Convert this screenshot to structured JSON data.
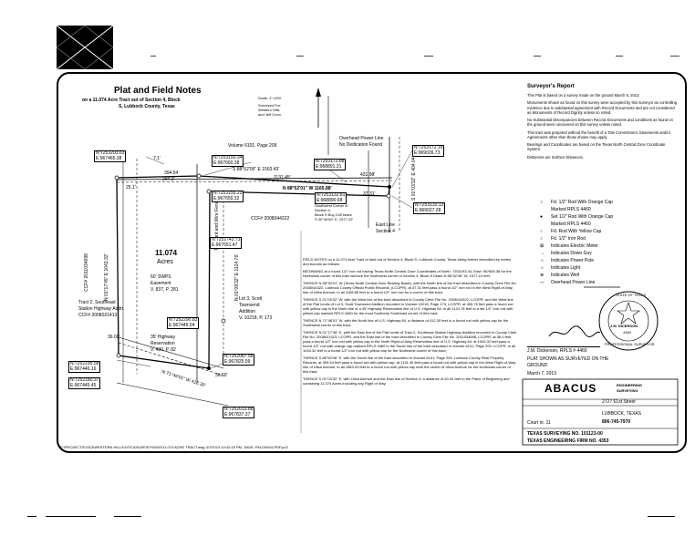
{
  "title": {
    "main": "Plat and Field Notes",
    "line1": "on a 11.074 Acre Tract out of Section 4, Block",
    "line2": "S, Lubbock County, Texas"
  },
  "scale": "Scale: 1\"=200'",
  "surveyed_for": [
    "Surveyed For:",
    "Western Hills",
    "and Jeff Coon"
  ],
  "plat_labels": {
    "volume": "Volume 6101, Page 209",
    "power_line": "Overhead Power Line",
    "no_dedication": "No Dedication Found",
    "bearing_top": "S 88°52'06\" E  1563.43'",
    "dist_a": "1131.45'",
    "dist_b": "431.98'",
    "bearing_north": "N 88°52'01\" W  1165.88'",
    "left_a": "394.54",
    "left_b": "294.2'",
    "n_a": "7.1'",
    "acres_num": "11.074",
    "acres_word": "Acres",
    "easement": [
      "60' SWPS",
      "Easement",
      "V. 837, P. 281"
    ],
    "highway": [
      "35' Highway",
      "Reservation",
      "V. 430, P. 82"
    ],
    "lot3": [
      "Lot 3, Scott",
      "Townsend",
      "Addition",
      "V. 10218, P. 173"
    ],
    "ccf_mid": "CCF# 2008044322",
    "ccf_left": "CCF# 2011034698",
    "tract2": [
      "Tract 2, Southeast",
      "Station Highway Addn.",
      "CCF# 2008021413"
    ],
    "sw_corner": [
      "Southwest Corner of",
      "Section 4,",
      "Block S Boy Cell bears",
      "S 00°44'00\" E, 1577.10'"
    ],
    "east_line": [
      "East Line",
      "Section 4"
    ],
    "left_bearing": "N 01°17'45\" E  1043.32'",
    "mid_bearing": "N 01°09'32\" E  1124.76'",
    "right_bearing": "S 01°03'32\" E  404.04'",
    "bottom_bearing": "N 71°46'01\" W  412.30'",
    "d36a": "36.00'",
    "d36b": "36.60'",
    "d37": "37.31'",
    "d25": "25.1'",
    "tea_plant": "Tea plant and Wire Fence"
  },
  "coords": [
    {
      "n": "N:7253203.63",
      "e": "E:967465.38"
    },
    {
      "n": "N:7253193.34",
      "e": "E:967660.38"
    },
    {
      "n": "N:7253172.16",
      "e": "E:969026.73"
    },
    {
      "n": "N:7253172.88",
      "e": "E:968891.31"
    },
    {
      "n": "N:7253155.23",
      "e": "E:967659.32"
    },
    {
      "n": "N:7253132.81",
      "e": "E:968890.68"
    },
    {
      "n": "N:7253132.13",
      "e": "E:969027.28"
    },
    {
      "n": "N:7252743.73",
      "e": "E:967651.47"
    },
    {
      "n": "N:7252290.83",
      "e": "E:967449.04"
    },
    {
      "n": "N:7252195.58",
      "e": "E:967446.16"
    },
    {
      "n": "N:7252180.37",
      "e": "E:967445.45"
    },
    {
      "n": "N:7252087.58",
      "e": "E:967825.09"
    },
    {
      "n": "N:7252033.88",
      "e": "E:967837.37"
    }
  ],
  "field_notes": [
    "FIELD NOTES on a 11.074 Acre Tract of land out of Section 4, Block S, Lubbock County, Texas being further described by metes and bounds as follows:",
    "BEGINNING at a found 1/2\" iron rod having Texas North Central Zone Coordinates of North: 7253193.34, East: 967660.38 for the Northwest corner of this tract whence the Northwest corner of Section 4, Block S bears N 88°52'06\" W, 1577.10 feet;",
    "THENCE N 88°52'01\" W (Texas North Central Zone Bearing Basis), with the North line of the tract described in County Clerk File No. 2008044322, Lubbock County Official Public Records, (LCOPR), at 37.31 feet pass a found 1/2\" iron rod in the West Right-of-Way line of Utica Avenue, in all 1165.88 feet to a found 1/2\" iron rod for a corner of this tract;",
    "THENCE S 01°09'32\" W, with the West line of the tract described in County Clerk File No. 2008044322, LCOPR, and the West line of the Plat Limits of Lot 3, Scott Townsend Addition recorded in Volume 10218, Page 173, LCOPR, at 405.75 feet pass a found rod with yellow cap in the North line of a 35' Highway Reservation line of U.S. Highway 84, in all 1124.76 feet to a set 1/2\" iron rod with yellow cap marked RPLS 4460 for the most Southerly Southeast corner of this tract;",
    "THENCE N 71°46'01\" W, with the North line of U.S. Highway 84, a distance of 412.30 feet to a found rod with yellow cap for the Southwest corner of this tract;",
    "THENCE N 01°17'45\" E, with the East line of the Plat Limits of Tract 2, Southeast Station Highway Addition recorded in County Clerk File No. 2008021413, LCOPR, and the East line of the tract described in County Clerk File No. 2011034698, LCOPR, at 36.0 feet pass a found 1/2\" iron rod with yellow cap in the North Right-of-Way Reservation line of U.S. Highway 84, at 1043.32 feet pass a found 1/2\" rod with orange cap marked RPLS 4460 in the South line of the tract described in Volume 6101, Page 209, LCOPR, in all 1043.32 feet to a found 1/2\" iron rod with yellow cap for the Northwest corner of this tract;",
    "THENCE S 88°52'06\" E, with the South line of the tract described in Volume 6101, Page 209, Lubbock County Real Property Records, at 394.54 feet pass a found rod with yellow cap, at 1131.45 feet pass a found rod with yellow cap in the West Right-of-Way line of Utica Avenue, in all 1563.43 feet to a found rod with yellow cap near the center of Utica Avenue for the Northeast corner of this tract;",
    "THENCE S 01°03'32\" E, with Utica Avenue and the East line of Section 4, a distance of 40.04 feet to the Place of Beginning and containing 11.074 Acres including any Right of Way."
  ],
  "surveyor_report": {
    "heading": "Surveyor's Report",
    "paragraphs": [
      "This Plat is based on a survey made on the ground March 5, 2013.",
      "Monuments shown as found on this survey were accepted by this surveyor as controlling evidence due to substantial agreement with Record Documents and are not considered as Monuments of Record Dignity unless so noted.",
      "No Substantial Discrepancies between Record Documents and conditions as found on the ground were uncovered on this survey unless noted.",
      "This tract was prepared without the benefit of a Title Commitment. Easements and/or Agreements other than those shown may apply.",
      "Bearings and Coordinates are based on the Texas North Central Zone Coordinate System.",
      "Distances are Surface Distances."
    ]
  },
  "legend": [
    {
      "sym": "○",
      "text": "Fd. 1/2\" Rod With Orange Cap"
    },
    {
      "sym": "",
      "text": "Marked RPLS 4460"
    },
    {
      "sym": "●",
      "text": "Set 1/2\" Rod With Orange Cap"
    },
    {
      "sym": "",
      "text": "Marked RPLS 4460"
    },
    {
      "sym": "○",
      "text": "Fd. Rod With Yellow Cap"
    },
    {
      "sym": "○",
      "text": "Fd. 1/2\" Iron Rod"
    },
    {
      "sym": "⊠",
      "text": "Indicates Electric Meter"
    },
    {
      "sym": "→",
      "text": "Indicates Down Guy"
    },
    {
      "sym": "☼",
      "text": "Indicates Power Pole"
    },
    {
      "sym": "☼",
      "text": "Indicates Light"
    },
    {
      "sym": "⊕",
      "text": "Indicates Well"
    },
    {
      "sym": "—",
      "text": "Overhead Power Line"
    }
  ],
  "seal": {
    "ring": "STATE OF TEXAS",
    "name": "J.M. DICERSON",
    "num": "4460",
    "bottom": "PROFESSIONAL SURVEYOR"
  },
  "signature": {
    "name": "J.M. Dickerson, RPLS # 4460",
    "statement": [
      "PLAT SHOWN AS SURVEYED ON THE",
      "GROUND"
    ],
    "date": "March 7, 2013"
  },
  "title_block": {
    "company": "ABACUS",
    "company_sub": [
      "ENGINEERING",
      "SURVEYING"
    ],
    "address": "2727 61st Street",
    "city": "LUBBOCK, TEXAS",
    "phone": "806-745-7970",
    "sheet": "Court nr. 11",
    "firm1": "TEXAS SURVEYING NO. 101123-00",
    "firm2": "TEXAS ENGINEERING FIRM NO. 4353"
  },
  "footer_path": "P:\\PROJECTS\\2013\\WESTERN HILLS\\UTICA\\SURVEY\\DWG\\11.074 ACRE TRACT.dwg 3/7/2013 10:42:15 PM, SAVE: PM-DWG4-PDF.pc3"
}
